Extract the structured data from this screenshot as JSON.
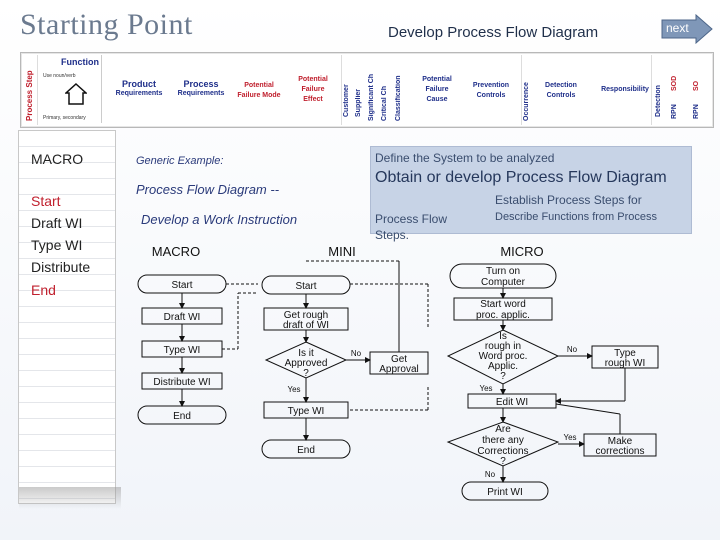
{
  "header": {
    "title": "Starting Point",
    "subtitle": "Develop Process Flow Diagram",
    "next_label": "next"
  },
  "fmea": {
    "process_step": "Process Step",
    "function": "Function",
    "function_sub1": "Use noun/verb",
    "function_sub2": "Primary, secondary",
    "product_req": [
      "Product",
      "Requirements"
    ],
    "process_req": [
      "Process",
      "Requirements"
    ],
    "failure_mode": [
      "Potential",
      "Failure Mode"
    ],
    "failure_effect": [
      "Potential",
      "Failure",
      "Effect"
    ],
    "customer": "Customer",
    "supplier": "Supplier",
    "sig_ch": "Significant Ch",
    "crit_ch": "Critical Ch",
    "classification": "Classification",
    "failure_cause": [
      "Potential",
      "Failure",
      "Cause"
    ],
    "prevention": [
      "Prevention",
      "Controls"
    ],
    "occurrence": "Occurrence",
    "detection_controls": [
      "Detection",
      "Controls"
    ],
    "responsibility": "Responsibility",
    "detection": "Detection",
    "sod": "SOD",
    "rpn1": "RPN",
    "rpn2": "RPN",
    "so": "SO"
  },
  "left_panel": {
    "items": [
      "MACRO",
      "Start",
      "Draft WI",
      "Type WI",
      "Distribute",
      "End"
    ]
  },
  "generic": {
    "label": "Generic Example:",
    "line1": "Process Flow Diagram  --",
    "line2": "Develop a Work Instruction"
  },
  "infobox": {
    "line1": "Define the System to be analyzed",
    "line2": "Obtain or develop Process Flow Diagram",
    "line3": "Establish Process Steps  for",
    "line4": "Process Flow Steps.",
    "line5": "Describe Functions from Process"
  },
  "flowchart": {
    "col_macro": "MACRO",
    "col_mini": "MINI",
    "col_micro": "MICRO",
    "macro": [
      "Start",
      "Draft WI",
      "Type WI",
      "Distribute WI",
      "End"
    ],
    "mini": {
      "start": "Start",
      "rough": [
        "Get rough",
        "draft of WI"
      ],
      "approved": [
        "Is it",
        "Approved",
        "?"
      ],
      "no": "No",
      "get": [
        "Get",
        "Approval"
      ],
      "yes": "Yes",
      "type": "Type WI",
      "end": "End"
    },
    "micro": {
      "turn": [
        "Turn on",
        "Computer"
      ],
      "start": [
        "Start word",
        "proc. applic."
      ],
      "rough": [
        "Is",
        "rough in",
        "Word proc.",
        "Applic.",
        "?"
      ],
      "no": "No",
      "type": [
        "Type",
        "rough WI"
      ],
      "yes": "Yes",
      "edit": "Edit WI",
      "corr": [
        "Are",
        "there any",
        "Corrections",
        "?"
      ],
      "yes2": "Yes",
      "make": [
        "Make",
        "corrections"
      ],
      "no2": "No",
      "print": "Print WI"
    }
  }
}
